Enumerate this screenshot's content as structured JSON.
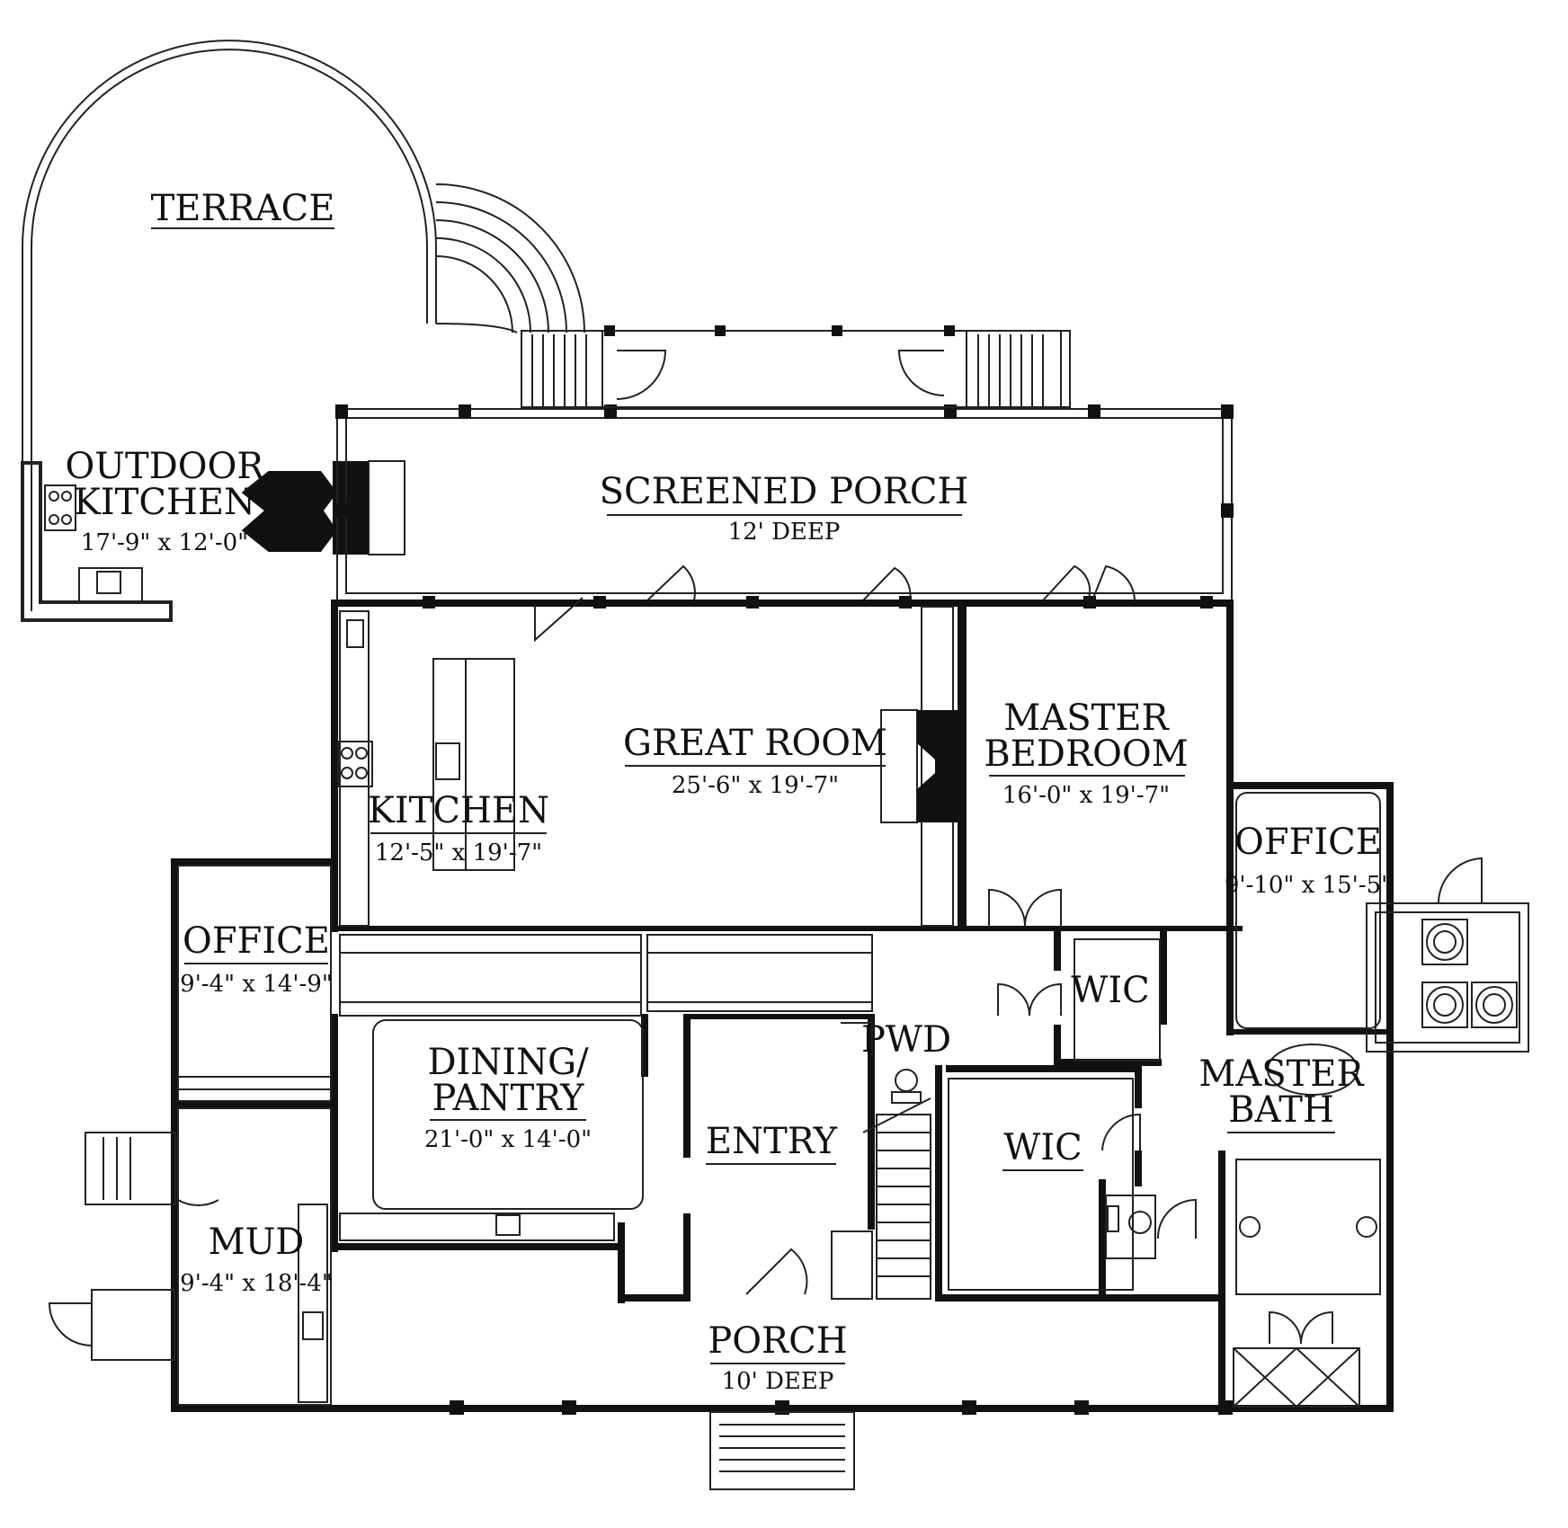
{
  "rooms": {
    "terrace": {
      "name": "TERRACE"
    },
    "outdoor_kitchen": {
      "name_line1": "OUTDOOR",
      "name_line2": "KITCHEN",
      "dims": "17'-9\" x 12'-0\""
    },
    "screened_porch": {
      "name": "SCREENED PORCH",
      "note": "12' DEEP"
    },
    "great_room": {
      "name": "GREAT ROOM",
      "dims": "25'-6\" x 19'-7\""
    },
    "master_bedroom": {
      "name_line1": "MASTER",
      "name_line2": "BEDROOM",
      "dims": "16'-0\" x 19'-7\""
    },
    "kitchen": {
      "name": "KITCHEN",
      "dims": "12'-5\" x 19'-7\""
    },
    "office_right": {
      "name": "OFFICE",
      "dims": "9'-10\" x 15'-5\""
    },
    "office_left": {
      "name": "OFFICE",
      "dims": "9'-4\" x 14'-9\""
    },
    "wic_upper": {
      "name": "WIC"
    },
    "pwd": {
      "name": "PWD"
    },
    "master_bath": {
      "name_line1": "MASTER",
      "name_line2": "BATH"
    },
    "dining_pantry": {
      "name_line1": "DINING/",
      "name_line2": "PANTRY",
      "dims": "21'-0\" x 14'-0\""
    },
    "entry": {
      "name": "ENTRY"
    },
    "wic_lower": {
      "name": "WIC"
    },
    "mud": {
      "name": "MUD",
      "dims": "9'-4\" x 18'-4\""
    },
    "porch": {
      "name": "PORCH",
      "note": "10' DEEP"
    }
  }
}
